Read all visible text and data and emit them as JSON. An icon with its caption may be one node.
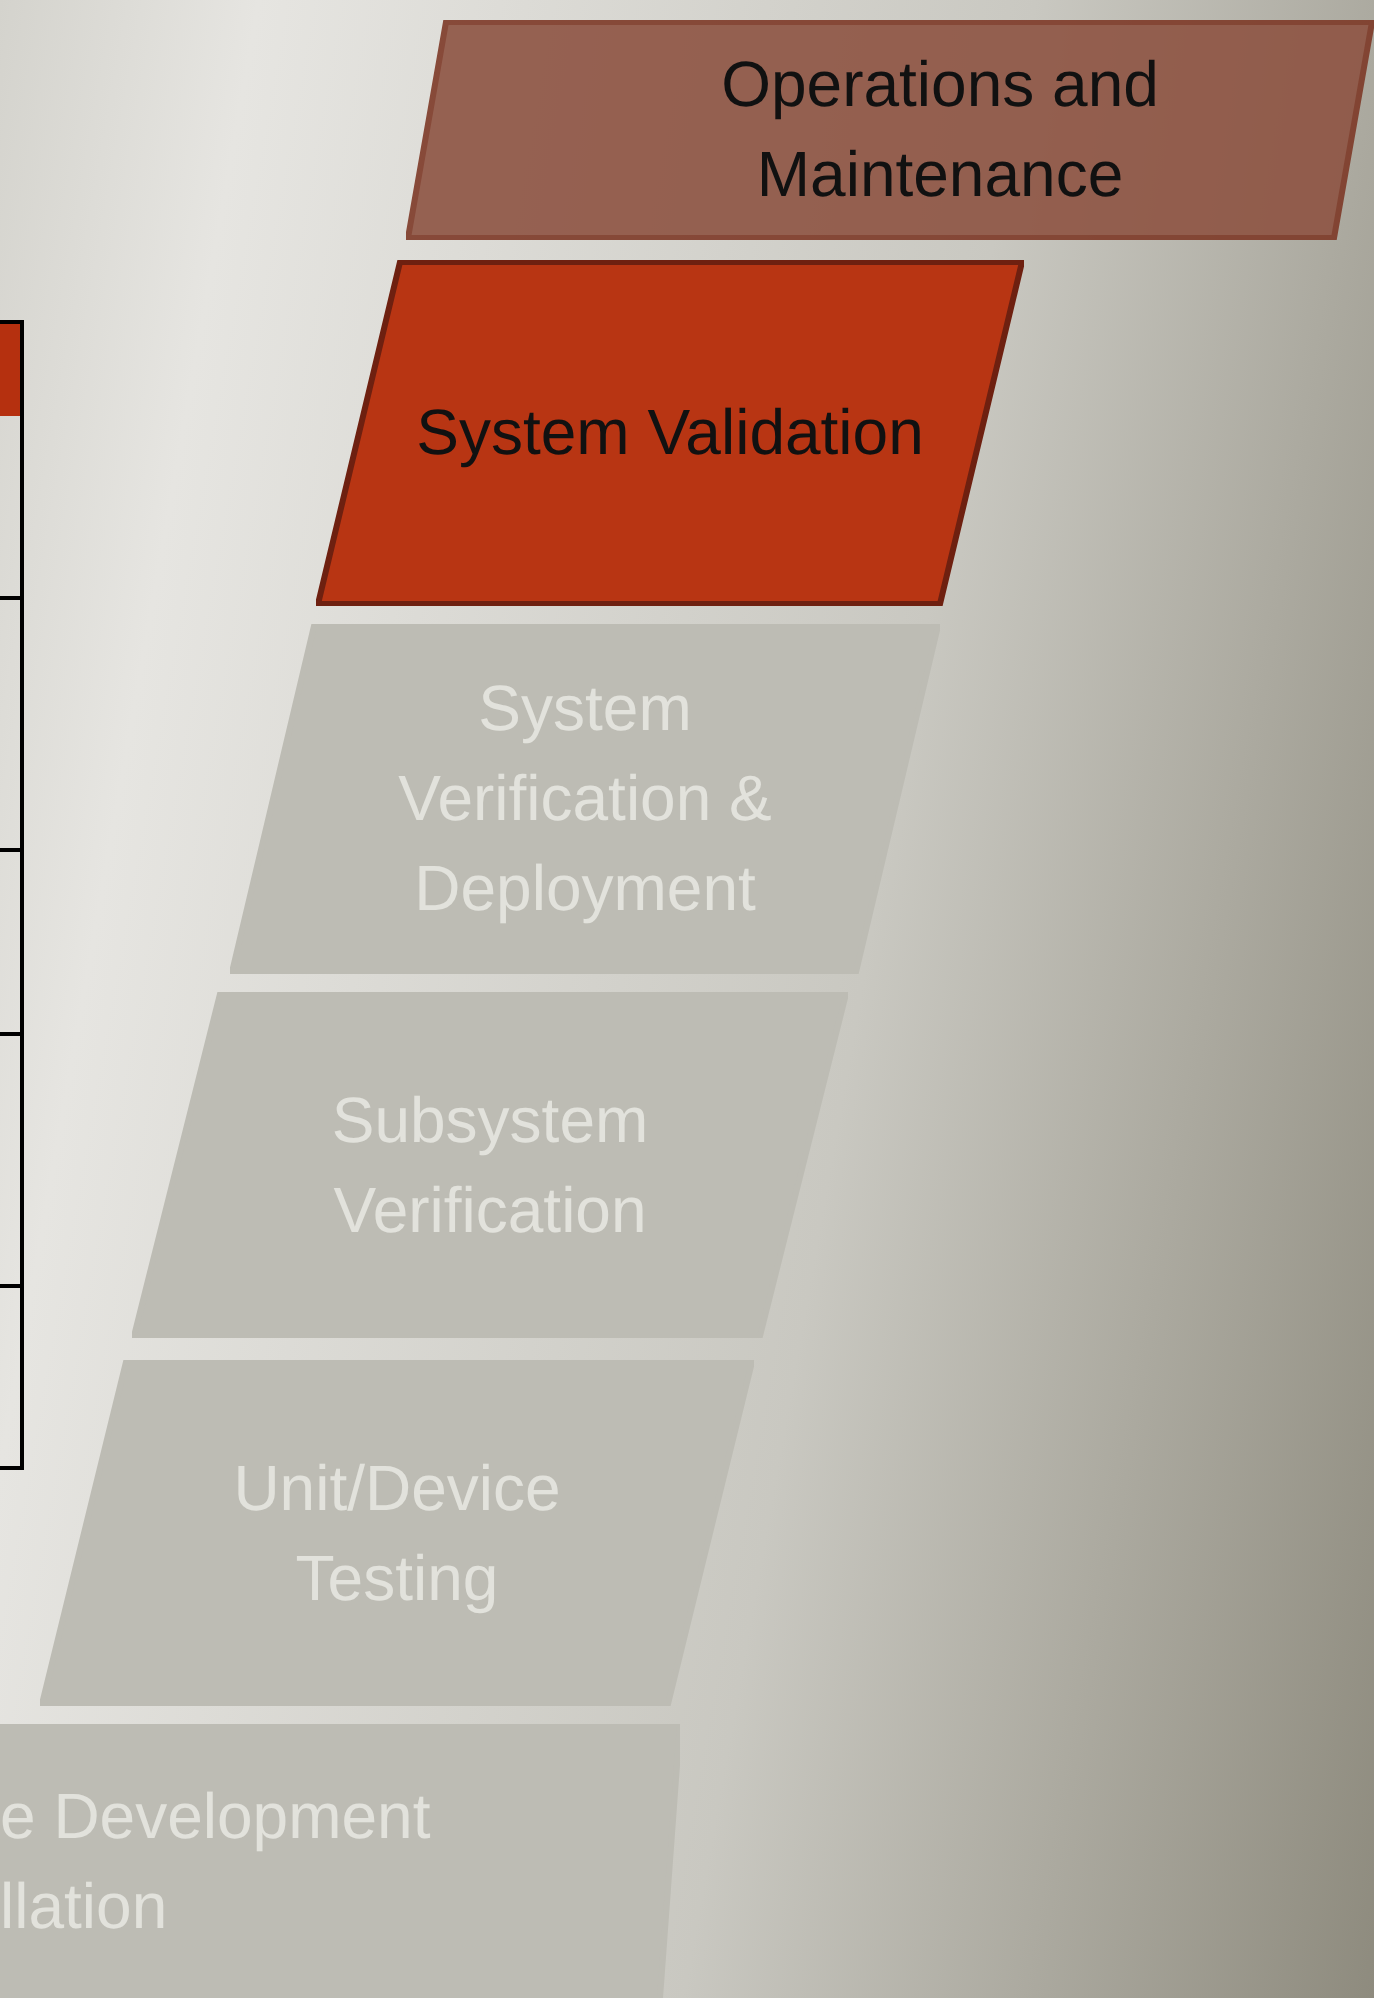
{
  "diagram": {
    "nodes": [
      {
        "text": [
          "Operations and Maintenance"
        ]
      },
      {
        "text": [
          "System Validation"
        ]
      },
      {
        "text": [
          "System Verification & Deployment"
        ]
      },
      {
        "text": [
          "Subsystem Verification"
        ]
      },
      {
        "text": [
          "Unit/Device Testing"
        ]
      },
      {
        "text": [
          "e Development llation"
        ]
      }
    ]
  }
}
